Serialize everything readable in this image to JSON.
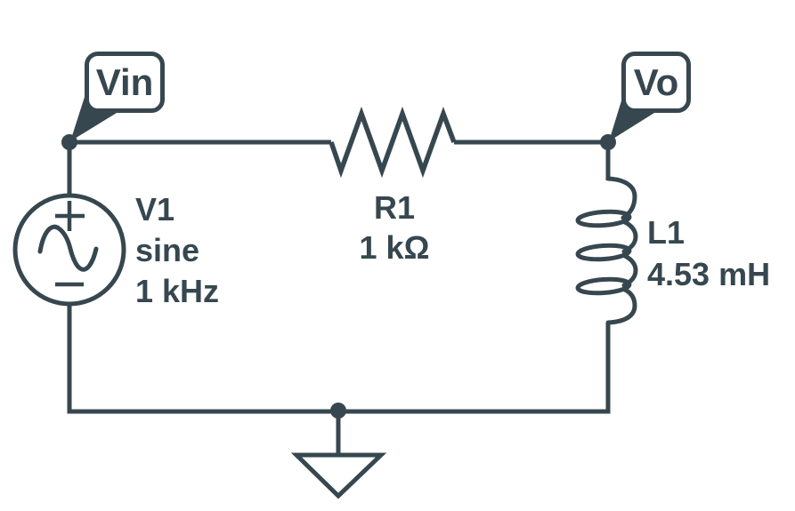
{
  "colors": {
    "ink": "#37474F",
    "bg": "#FFFFFF"
  },
  "nets": {
    "input_label": "Vin",
    "output_label": "Vo"
  },
  "components": {
    "source": {
      "name": "V1",
      "waveform": "sine",
      "frequency": "1 kHz"
    },
    "resistor": {
      "name": "R1",
      "value": "1 kΩ"
    },
    "inductor": {
      "name": "L1",
      "value": "4.53 mH"
    }
  },
  "symbols": {
    "source": "ac-voltage-source",
    "resistor": "resistor-zigzag",
    "inductor": "inductor-coil",
    "ground": "ground-triangle"
  }
}
